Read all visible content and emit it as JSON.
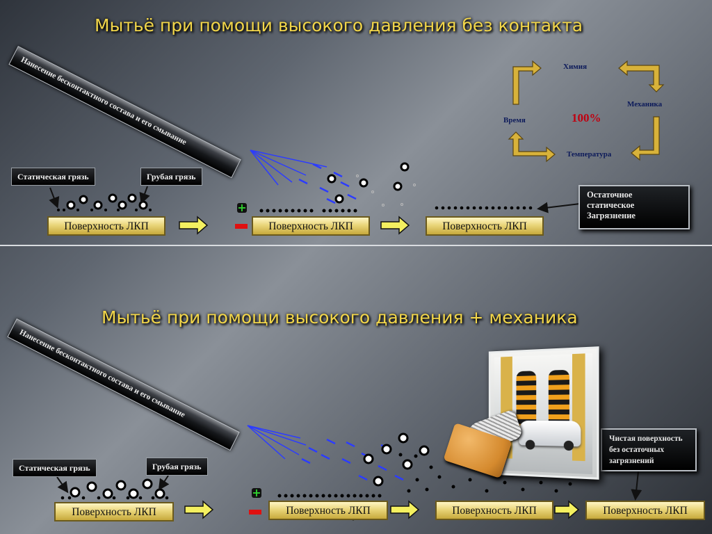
{
  "top": {
    "title": "Мытьё при помощи высокого давления без контакта",
    "wand_label": "Нанесение бесконтактного состава и его смывание",
    "static_dirt_label": "Статическая грязь",
    "coarse_dirt_label": "Грубая грязь",
    "surfaces": [
      "Поверхность ЛКП",
      "Поверхность ЛКП",
      "Поверхность ЛКП"
    ],
    "residual_note": [
      "Остаточное",
      "статическое",
      "Загрязнение"
    ],
    "plus_sign": "+",
    "cycle": {
      "chemistry": "Химия",
      "mechanics": "Механика",
      "time": "Время",
      "temperature": "Температура",
      "percent": "100%"
    }
  },
  "bottom": {
    "title": "Мытьё при помощи высокого давления + механика",
    "wand_label": "Нанесение бесконтактного состава и его смывание",
    "static_dirt_label": "Статическая грязь",
    "coarse_dirt_label": "Грубая грязь",
    "surfaces": [
      "Поверхность ЛКП",
      "Поверхность ЛКП",
      "Поверхность ЛКП",
      "Поверхность ЛКП"
    ],
    "clean_note": [
      "Чистая поверхность",
      "без остаточных",
      "загрязнений"
    ],
    "plus_sign": "+"
  },
  "colors": {
    "title": "#f2d64a",
    "surface": "#e9d57a",
    "arrow_fill": "#f4f060",
    "spray": "#2c3cff",
    "plus": "#2fd12f",
    "minus": "#e01010",
    "percent": "#c00010",
    "cycle_label": "#0c1a5a"
  },
  "icons": [
    "spray-nozzle-icon",
    "arrow-right-icon",
    "cycle-arrow-icon",
    "plus-icon",
    "minus-icon",
    "car-wash-photo",
    "sponge-icon",
    "glove-icon"
  ]
}
